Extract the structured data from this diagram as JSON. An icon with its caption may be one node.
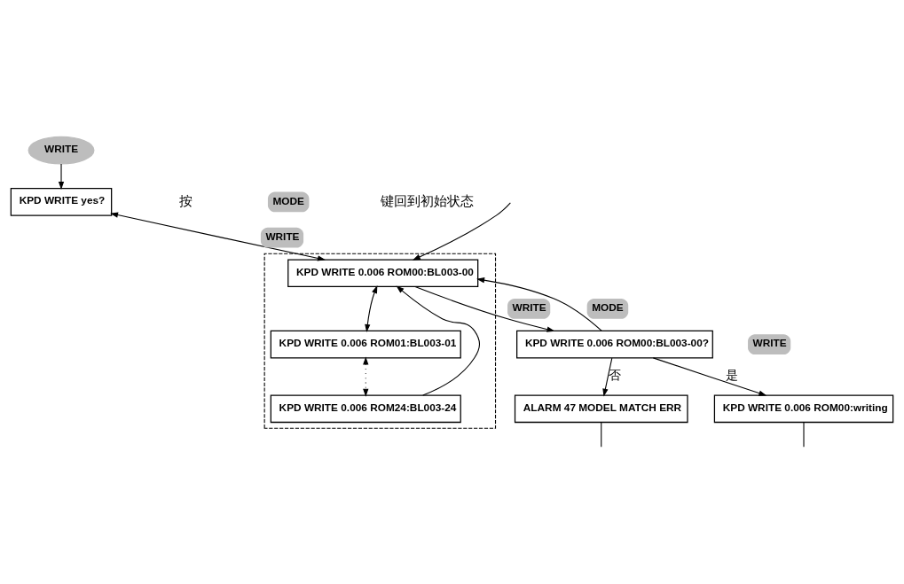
{
  "diagram": {
    "nodes": [
      {
        "text": [
          "WRITE"
        ]
      },
      {
        "text": [
          "KPD WRITE yes?"
        ]
      },
      {
        "text": [],
        "shape": "box"
      },
      {
        "text": [
          "KPD WRITE 0.006 ROM00:BL003-00"
        ],
        "in": 2
      },
      {
        "text": [
          "KPD WRITE 0.006 ROM01:BL003-01"
        ],
        "in": 2
      },
      {
        "text": [
          "KPD WRITE 0.006 ROM24:BL003-24"
        ],
        "in": 2
      },
      {
        "text": [
          "KPD WRITE 0.006 ROM00:BL003-00?"
        ]
      },
      {
        "text": [
          "ALARM 47 MODEL MATCH ERR"
        ]
      },
      {
        "text": [
          "KPD WRITE 0.006 ROM00:writing"
        ]
      }
    ],
    "edges": [
      {
        "from": 0,
        "to": 1,
        "arrow": "to"
      },
      {
        "from": 1,
        "to": 3,
        "arrow": "both",
        "label": "WRITE"
      },
      {
        "from": 3,
        "to": 6,
        "arrow": "to",
        "label": "WRITE"
      },
      {
        "from": 6,
        "to": 3,
        "arrow": "to",
        "label": "MODE"
      },
      {
        "from": 3,
        "to": 4,
        "arrow": "both"
      },
      {
        "from": 4,
        "to": 5,
        "arrow": "both",
        "style": "dashed"
      },
      {
        "from": 5,
        "to": 3,
        "arrow": "to"
      },
      {
        "from": null,
        "to": 3,
        "arrow": "to"
      },
      {
        "from": 6,
        "to": 7,
        "arrow": "to",
        "label": "否"
      },
      {
        "from": 6,
        "to": 8,
        "arrow": "to",
        "label": "是"
      },
      {
        "from": 7,
        "to": null,
        "arrow": "none"
      },
      {
        "from": 8,
        "to": null,
        "arrow": "none"
      }
    ],
    "labels": [
      "按",
      "MODE",
      "键回到初始状态",
      "WRITE"
    ]
  }
}
